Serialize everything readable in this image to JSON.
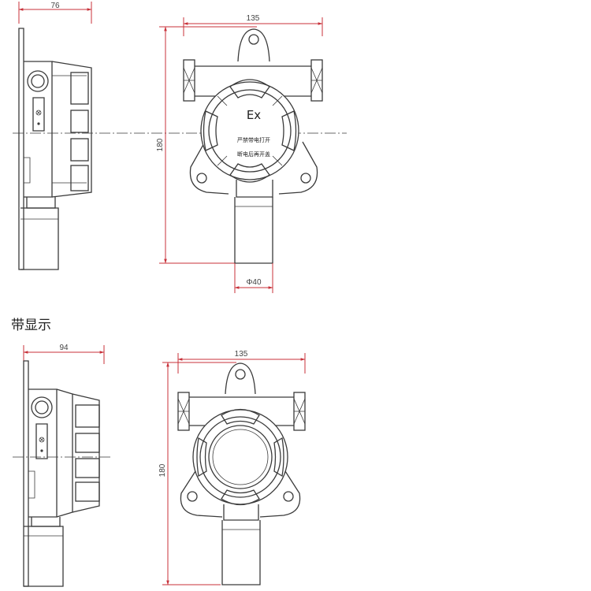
{
  "top_view": {
    "side_width": "76",
    "front_width": "135",
    "height": "180",
    "sensor_diameter": "Φ40",
    "ex_mark": "Ex",
    "warning_line1": "严禁带电打开",
    "warning_line2": "断电后再开盖"
  },
  "section_title": "带显示",
  "bottom_view": {
    "side_width": "94",
    "front_width": "135",
    "height": "180"
  }
}
